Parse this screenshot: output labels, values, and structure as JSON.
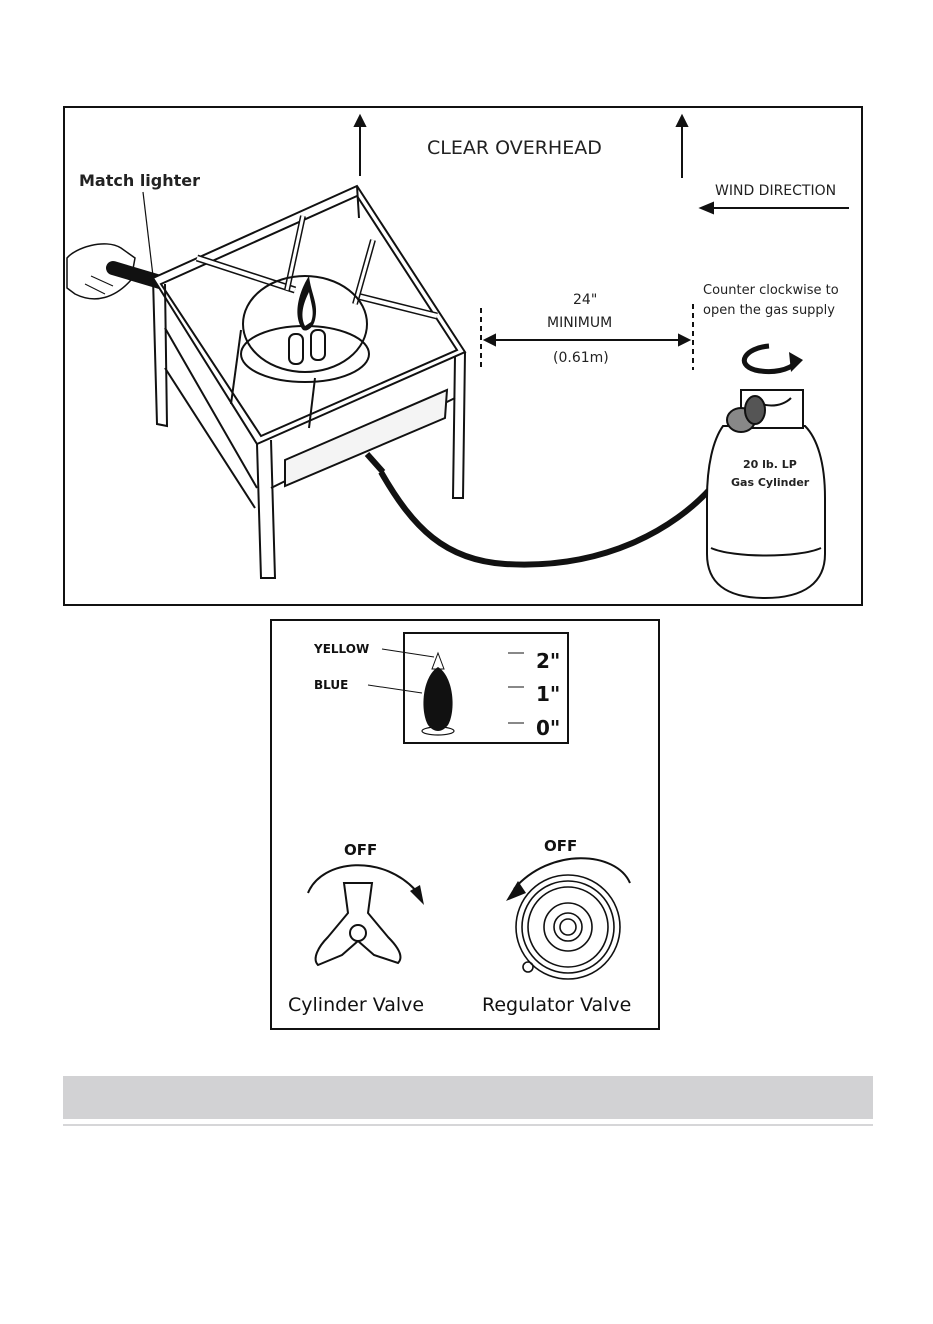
{
  "figure1": {
    "clear_overhead": "CLEAR OVERHEAD",
    "match_lighter": "Match lighter",
    "wind_direction": "WIND DIRECTION",
    "distance_value": "24\"",
    "distance_label": "MINIMUM",
    "distance_metric": "(0.61m)",
    "valve_instruction_line1": "Counter clockwise to",
    "valve_instruction_line2": "open the gas supply",
    "cylinder_label_line1": "20 lb. LP",
    "cylinder_label_line2": "Gas Cylinder"
  },
  "figure2": {
    "flame_yellow": "YELLOW",
    "flame_blue": "BLUE",
    "scale_marks": [
      "2\"",
      "1\"",
      "0\""
    ],
    "cylinder_off": "OFF",
    "regulator_off": "OFF",
    "cylinder_valve": "Cylinder Valve",
    "regulator_valve": "Regulator Valve"
  },
  "colors": {
    "section_bar": "#d2d2d4",
    "ink": "#111111"
  }
}
